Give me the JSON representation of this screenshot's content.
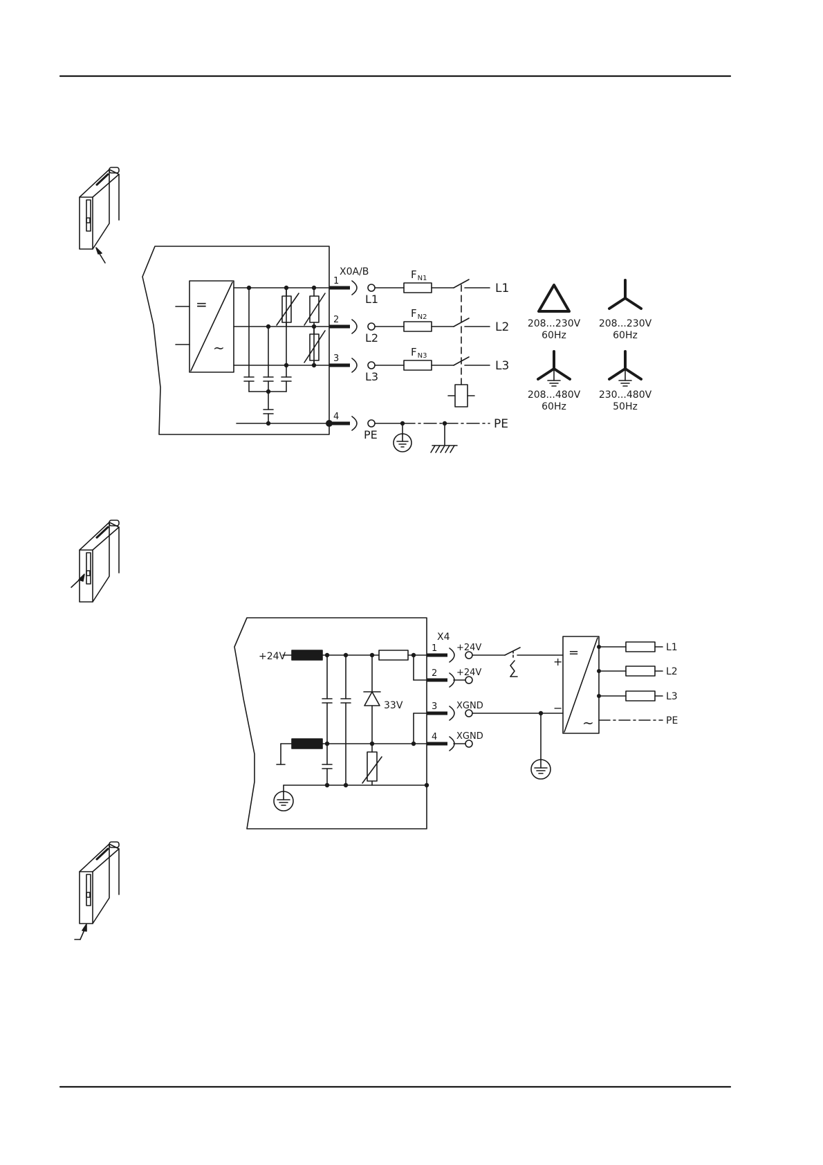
{
  "mains_diagram": {
    "connector": "X0A/B",
    "pins": [
      "1",
      "2",
      "3",
      "4"
    ],
    "terminals": [
      "L1",
      "L2",
      "L3",
      "PE"
    ],
    "fuse_main": "F",
    "fuse_subs": [
      "N1",
      "N2",
      "N3"
    ],
    "lines": [
      "L1",
      "L2",
      "L3",
      "PE"
    ],
    "networks": [
      {
        "voltage": "208...230V",
        "freq": "60Hz"
      },
      {
        "voltage": "208...230V",
        "freq": "60Hz"
      },
      {
        "voltage": "208...480V",
        "freq": "60Hz"
      },
      {
        "voltage": "230...480V",
        "freq": "50Hz"
      }
    ],
    "converter_symbols": [
      "=",
      "~"
    ]
  },
  "aux_diagram": {
    "connector": "X4",
    "input_label": "+24V",
    "zener_label": "33V",
    "pins": [
      "1",
      "2",
      "3",
      "4"
    ],
    "terminals": [
      "+24V",
      "+24V",
      "XGND",
      "XGND"
    ],
    "psu_plus": "+",
    "psu_minus": "−",
    "psu_symbols": [
      "=",
      "~"
    ],
    "lines": [
      "L1",
      "L2",
      "L3",
      "PE"
    ]
  },
  "colors": {
    "ink": "#1a1a1a",
    "background": "#ffffff"
  }
}
